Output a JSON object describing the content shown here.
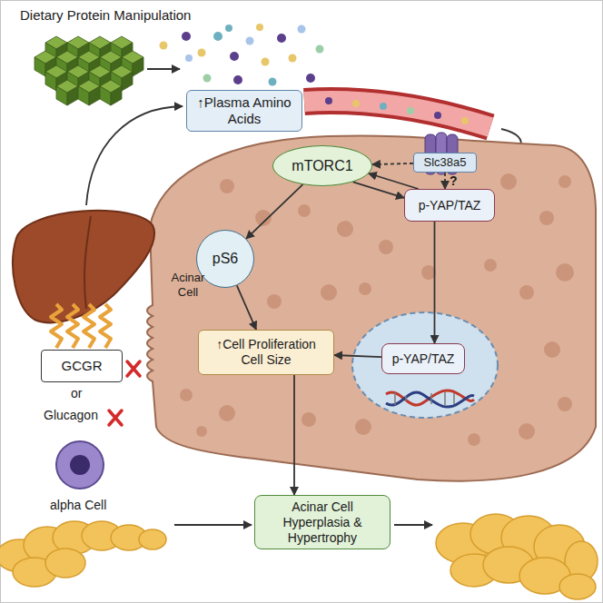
{
  "diagram": {
    "nodes": [
      {
        "text": [
          "↑Plasma Amino Acids"
        ]
      },
      {
        "text": [
          "Slc38a5"
        ]
      },
      {
        "text": [
          "mTORC1"
        ]
      },
      {
        "text": [
          "p-YAP/TAZ"
        ]
      },
      {
        "text": [
          "pS6"
        ]
      },
      {
        "text": [
          "p-YAP/TAZ"
        ]
      },
      {
        "text": [
          "↑Cell Proliferation Cell Size"
        ]
      },
      {
        "text": [
          "GCGR"
        ]
      },
      {
        "text": [
          "Acinar Cell Hyperplasia & Hypertrophy"
        ]
      }
    ],
    "edges": [
      {
        "from": 1,
        "to": 2,
        "arrow": "to"
      },
      {
        "from": 1,
        "to": 3,
        "label": "?",
        "arrow": "to"
      },
      {
        "from": 2,
        "to": 3,
        "arrow": "to"
      },
      {
        "from": 3,
        "to": 2,
        "arrow": "to"
      },
      {
        "from": 2,
        "to": 4,
        "arrow": "to"
      },
      {
        "from": 3,
        "to": 5,
        "arrow": "to"
      },
      {
        "from": 4,
        "to": 6,
        "arrow": "to"
      },
      {
        "from": 5,
        "to": 6,
        "arrow": "to"
      },
      {
        "from": 6,
        "to": 8,
        "arrow": "to"
      }
    ],
    "labels": [
      "Dietary Protein Manipulation",
      "Acinar Cell",
      "or",
      "Glucagon",
      "alpha Cell"
    ]
  }
}
